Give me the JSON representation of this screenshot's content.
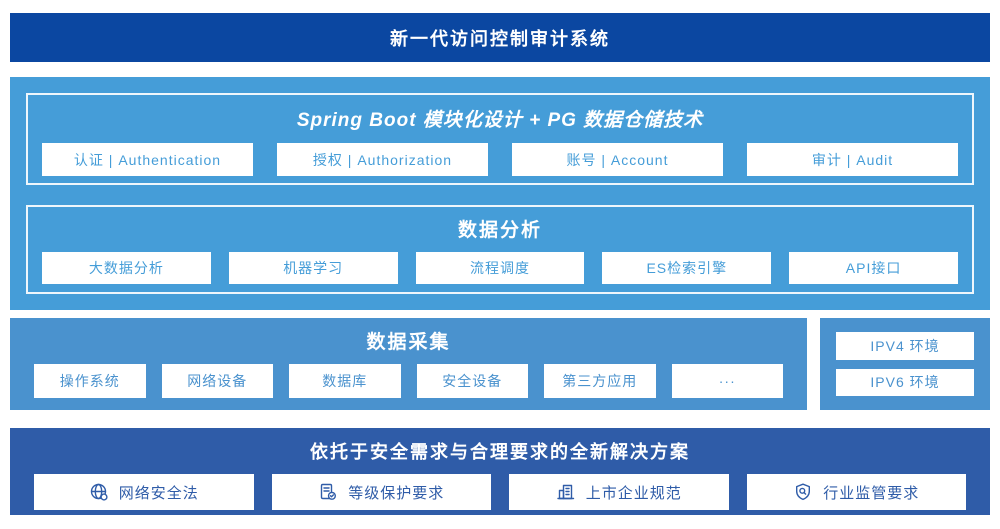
{
  "banner": {
    "title": "新一代访问控制审计系统"
  },
  "platform": {
    "modules": {
      "title": "Spring Boot 模块化设计 + PG 数据仓储技术",
      "items": [
        "认证 | Authentication",
        "授权 | Authorization",
        "账号 | Account",
        "审计 | Audit"
      ]
    },
    "analysis": {
      "title": "数据分析",
      "items": [
        "大数据分析",
        "机器学习",
        "流程调度",
        "ES检索引擎",
        "API接口"
      ]
    }
  },
  "collection": {
    "title": "数据采集",
    "items": [
      "操作系统",
      "网络设备",
      "数据库",
      "安全设备",
      "第三方应用",
      "···"
    ]
  },
  "environments": {
    "items": [
      "IPV4 环境",
      "IPV6 环境"
    ]
  },
  "solution": {
    "title": "依托于安全需求与合理要求的全新解决方案",
    "items": [
      {
        "icon": "globe-icon",
        "label": "网络安全法"
      },
      {
        "icon": "document-check-icon",
        "label": "等级保护要求"
      },
      {
        "icon": "building-icon",
        "label": "上市企业规范"
      },
      {
        "icon": "shield-search-icon",
        "label": "行业监管要求"
      }
    ]
  },
  "colors": {
    "banner_blue": "#0b47a1",
    "platform_blue": "#459dd8",
    "collection_blue": "#4a92ce",
    "solution_blue": "#2f5ca8",
    "frame_border": "#eef6fc"
  }
}
